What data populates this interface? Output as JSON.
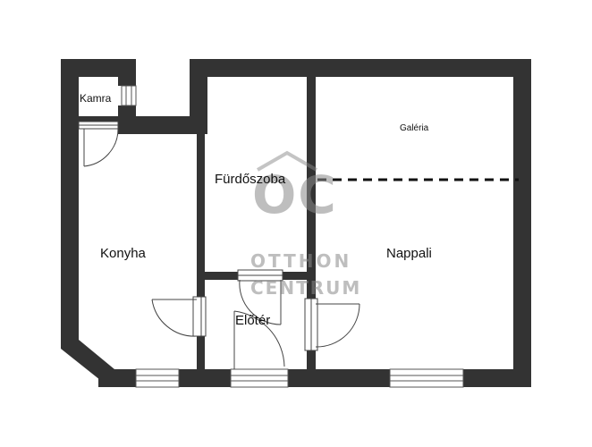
{
  "rooms": {
    "kamra": "Kamra",
    "galeria": "Galéria",
    "furdoszoba": "Fürdőszoba",
    "konyha": "Konyha",
    "nappali": "Nappali",
    "eloter": "Előtér"
  },
  "watermark": {
    "mark": "OC",
    "line1": "OTTHON",
    "line2": "CENTRUM"
  },
  "colors": {
    "wall": "#333333",
    "background": "#ffffff",
    "watermark": "#8a8a8a"
  }
}
